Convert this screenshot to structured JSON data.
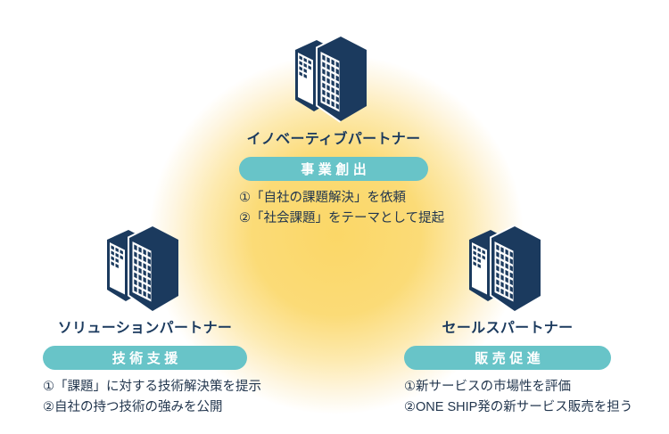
{
  "diagram": {
    "partners": [
      {
        "id": "innovative",
        "title": "イノベーティブパートナー",
        "badge": "事業創出",
        "points": [
          "①「自社の課題解決」を依頼",
          "②「社会課題」をテーマとして提起"
        ]
      },
      {
        "id": "solution",
        "title": "ソリューションパートナー",
        "badge": "技術支援",
        "points": [
          "①「課題」に対する技術解決策を提示",
          "②自社の持つ技術の強みを公開"
        ]
      },
      {
        "id": "sales",
        "title": "セールスパートナー",
        "badge": "販売促進",
        "points": [
          "①新サービスの市場性を評価",
          "②ONE SHIP発の新サービス販売を担う"
        ]
      }
    ],
    "colors": {
      "building_navy": "#1b3a5e",
      "badge_teal": "#68c4c8",
      "badge_text": "#ffffff",
      "title_navy": "#1b3a5e",
      "body_text": "#22364e",
      "glow_yellow": "#fbd767",
      "background": "#ffffff"
    }
  }
}
